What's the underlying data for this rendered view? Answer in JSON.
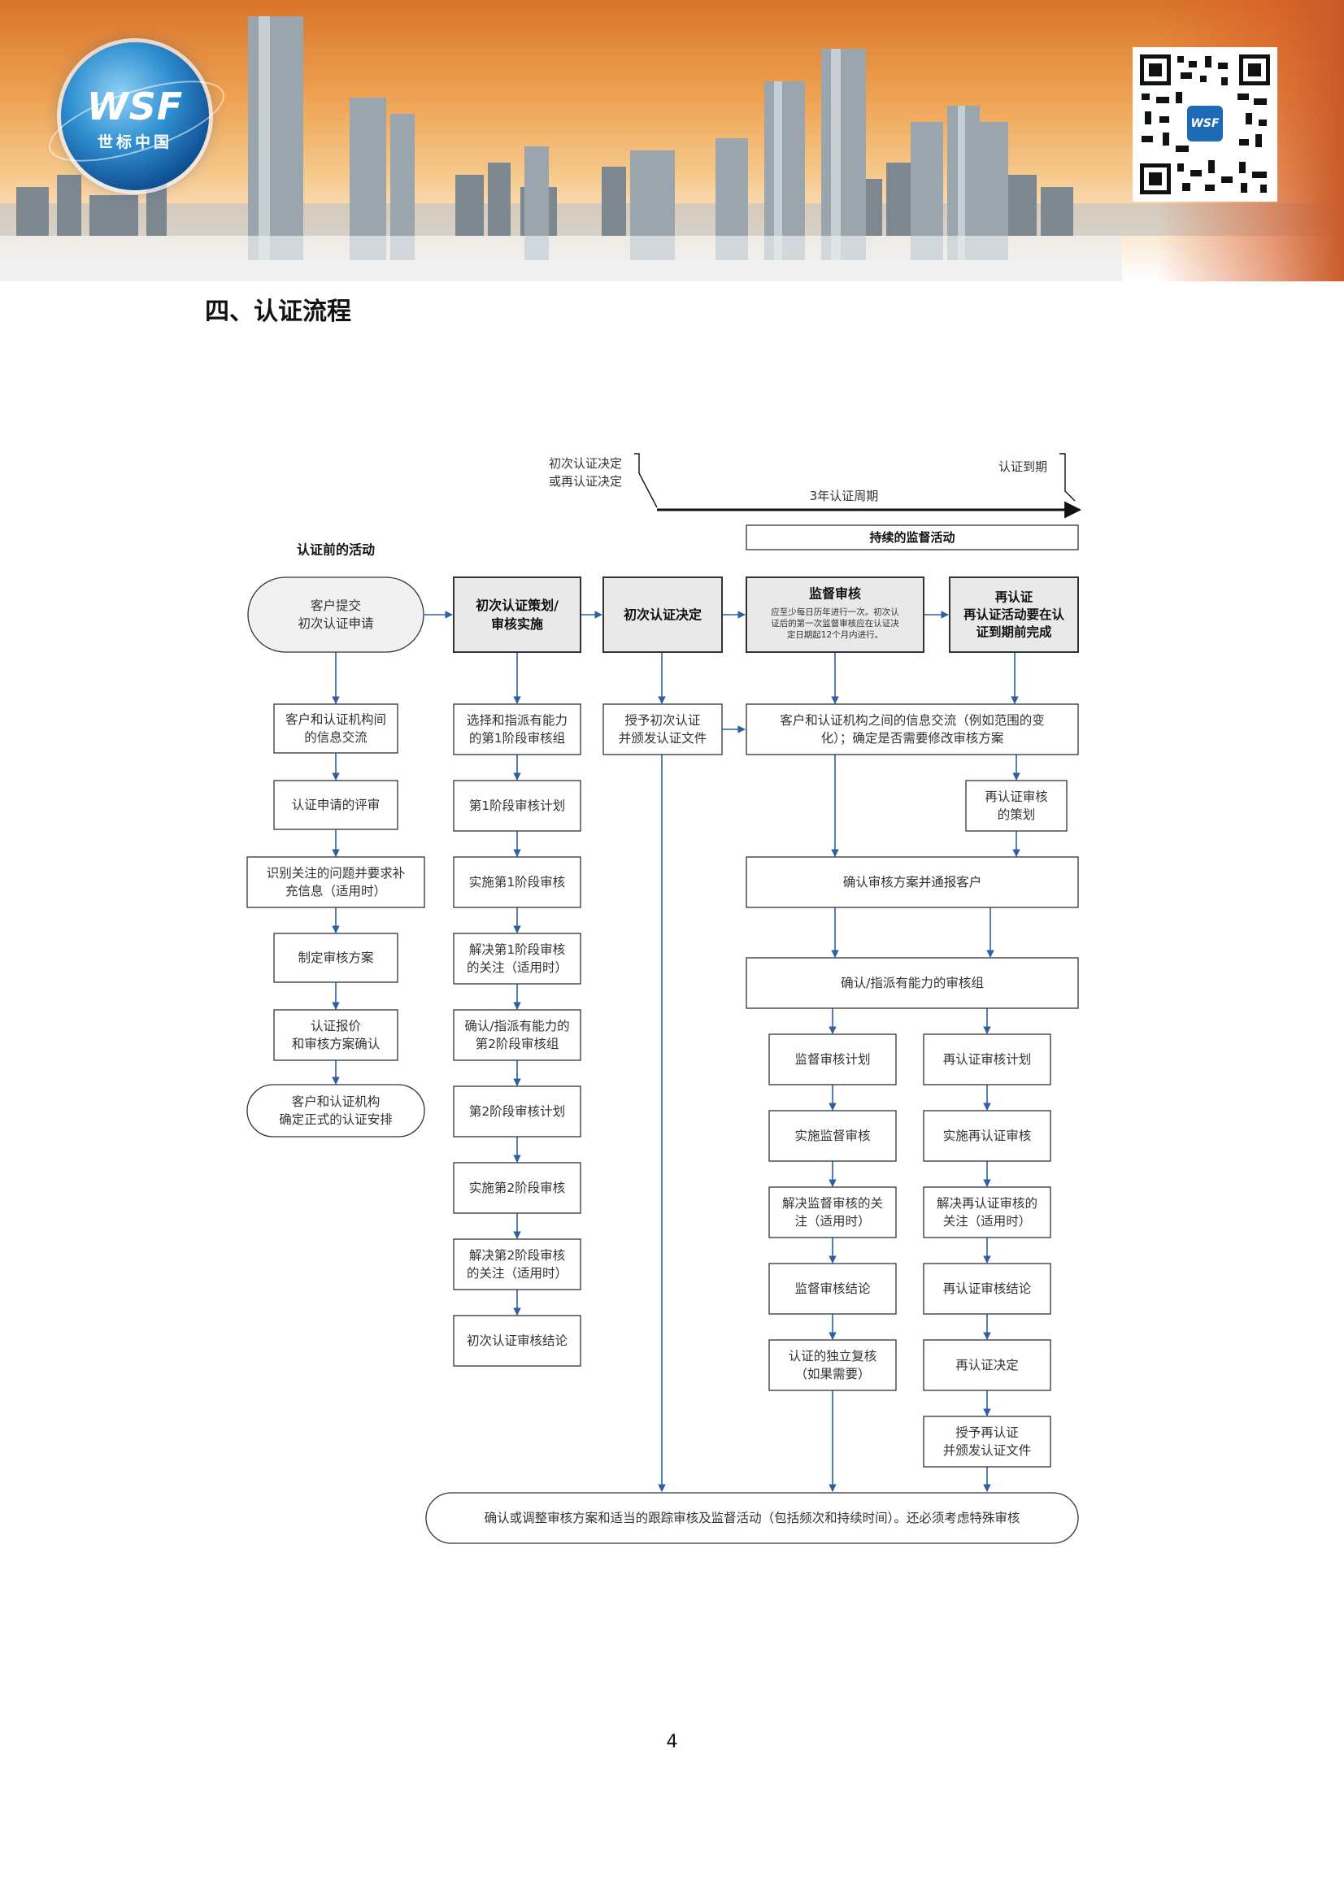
{
  "header": {
    "logo_text": "WSF",
    "logo_subtext": "世标中国",
    "qr_center_text": "WSF"
  },
  "section_title": "四、认证流程",
  "page_number": "4",
  "flowchart": {
    "timeline": {
      "decision_label_1": "初次认证决定",
      "decision_label_2": "或再认证决定",
      "expiry_label": "认证到期",
      "cycle_label": "3年认证周期",
      "ongoing_label": "持续的监督活动"
    },
    "pre_activities": {
      "title": "认证前的活动",
      "steps": [
        [
          "客户提交",
          "初次认证申请"
        ],
        [
          "客户和认证机构间",
          "的信息交流"
        ],
        [
          "认证申请的评审"
        ],
        [
          "识别关注的问题并要求补",
          "充信息（适用时）"
        ],
        [
          "制定审核方案"
        ],
        [
          "认证报价",
          "和审核方案确认"
        ],
        [
          "客户和认证机构",
          "确定正式的认证安排"
        ]
      ]
    },
    "initial_audit": {
      "header": [
        "初次认证策划/",
        "审核实施"
      ],
      "steps": [
        [
          "选择和指派有能力",
          "的第1阶段审核组"
        ],
        [
          "第1阶段审核计划"
        ],
        [
          "实施第1阶段审核"
        ],
        [
          "解决第1阶段审核",
          "的关注（适用时）"
        ],
        [
          "确认/指派有能力的",
          "第2阶段审核组"
        ],
        [
          "第2阶段审核计划"
        ],
        [
          "实施第2阶段审核"
        ],
        [
          "解决第2阶段审核",
          "的关注（适用时）"
        ],
        [
          "初次认证审核结论"
        ]
      ]
    },
    "initial_decision": {
      "header": [
        "初次认证决定"
      ],
      "steps": [
        [
          "授予初次认证",
          "并颁发认证文件"
        ]
      ]
    },
    "surveillance": {
      "header": [
        "监督审核"
      ],
      "note": [
        "应至少每日历年进行一次。初次认",
        "证后的第一次监督审核应在认证决",
        "定日期起12个月内进行。"
      ],
      "steps": [
        [
          "监督审核计划"
        ],
        [
          "实施监督审核"
        ],
        [
          "解决监督审核的关",
          "注（适用时）"
        ],
        [
          "监督审核结论"
        ],
        [
          "认证的独立复核",
          "（如果需要）"
        ]
      ]
    },
    "recertification": {
      "header": [
        "再认证",
        "再认证活动要在认",
        "证到期前完成"
      ],
      "steps": [
        [
          "再认证审核",
          "的策划"
        ],
        [
          "再认证审核计划"
        ],
        [
          "实施再认证审核"
        ],
        [
          "解决再认证审核的",
          "关注（适用时）"
        ],
        [
          "再认证审核结论"
        ],
        [
          "再认证决定"
        ],
        [
          "授予再认证",
          "并颁发认证文件"
        ]
      ]
    },
    "shared_steps": {
      "info_exchange": [
        "客户和认证机构之间的信息交流（例如范围的变",
        "化）；确定是否需要修改审核方案"
      ],
      "confirm_program": [
        "确认审核方案并通报客户"
      ],
      "confirm_team": [
        "确认/指派有能力的审核组"
      ],
      "final": [
        "确认或调整审核方案和适当的跟踪审核及监督活动（包括频次和持续时间）。还必须考虑特殊审核"
      ]
    }
  }
}
